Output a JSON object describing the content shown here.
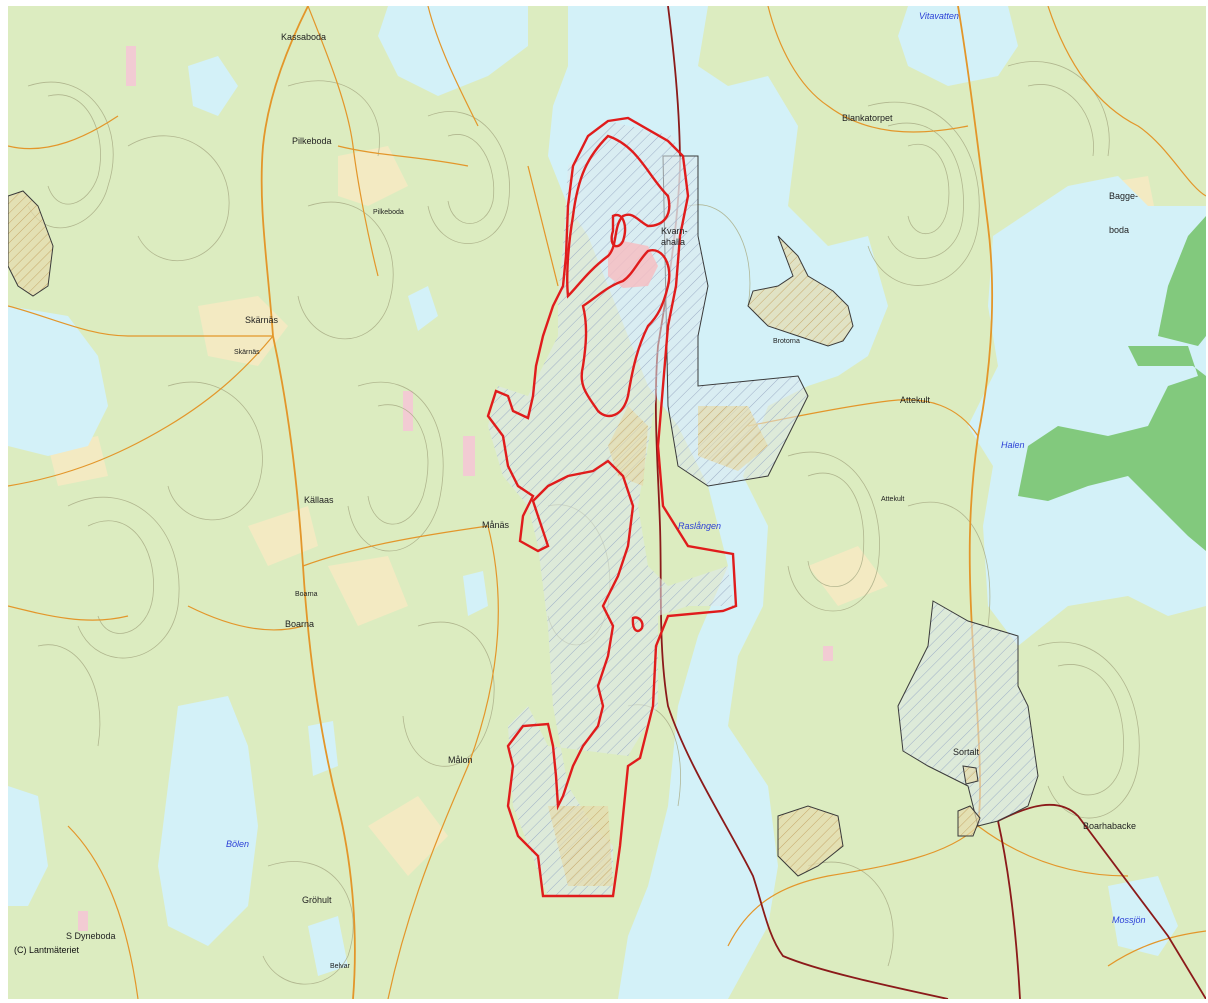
{
  "map": {
    "colors": {
      "land": "#dcecc0",
      "water": "#d3f1f8",
      "forest_green": "#79c46f",
      "field_yellow": "#f3eac2",
      "road_orange": "#e3962a",
      "contour": "#a9ad86",
      "railway": "#8b1a1a",
      "reserve_outline": "#e01c1c",
      "area_outline": "#3a3a3a"
    },
    "place_labels": [
      {
        "id": "kassaboda",
        "text": "Kassaboda"
      },
      {
        "id": "pilkeboda",
        "text": "Pilkeboda"
      },
      {
        "id": "pilkeboda2",
        "text": "Pilkeboda"
      },
      {
        "id": "skarnas",
        "text": "Skärnäs"
      },
      {
        "id": "skarnas2",
        "text": "Skärnäs"
      },
      {
        "id": "kallaas",
        "text": "Källaas"
      },
      {
        "id": "boarna",
        "text": "Boarna"
      },
      {
        "id": "boarna2",
        "text": "Boarna"
      },
      {
        "id": "malon",
        "text": "Målon"
      },
      {
        "id": "manas",
        "text": "Månäs"
      },
      {
        "id": "kvarnahalla",
        "text": "Kvarn-\nahalla"
      },
      {
        "id": "blankatorpet",
        "text": "Blankatorpet"
      },
      {
        "id": "baggeboda",
        "text": "Bagge-\nboda"
      },
      {
        "id": "brotorna",
        "text": "Brotorna"
      },
      {
        "id": "attekulla",
        "text": "Attekult"
      },
      {
        "id": "attekulla2",
        "text": "Attekult"
      },
      {
        "id": "sortalt",
        "text": "Sortalt"
      },
      {
        "id": "boarhabacke",
        "text": "Boarhabacke"
      },
      {
        "id": "grohult",
        "text": "Gröhult"
      },
      {
        "id": "sdyneboda",
        "text": "S Dyneboda"
      },
      {
        "id": "belvar",
        "text": "Belvar"
      }
    ],
    "water_labels": [
      {
        "id": "vitavatten",
        "text": "Vitavatten"
      },
      {
        "id": "raslangen",
        "text": "Raslången"
      },
      {
        "id": "halen",
        "text": "Halen"
      },
      {
        "id": "bolen",
        "text": "Bölen"
      },
      {
        "id": "mossjon",
        "text": "Mossjön"
      }
    ],
    "copyright": "(C) Lantmäteriet"
  }
}
